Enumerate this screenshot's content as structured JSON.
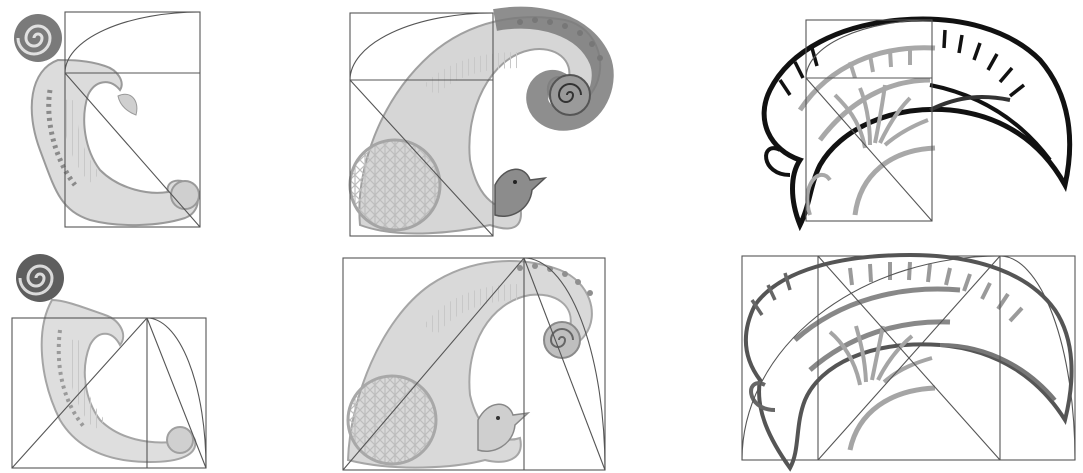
{
  "figure": {
    "panels": [
      {
        "id": "ornament-1-top"
      },
      {
        "id": "ornament-2-top"
      },
      {
        "id": "ornament-3-top"
      },
      {
        "id": "ornament-1-bottom"
      },
      {
        "id": "ornament-2-bottom"
      },
      {
        "id": "ornament-3-bottom"
      }
    ]
  },
  "colors": {
    "background": "#ffffff",
    "construction_line": "#555555",
    "ornament_light": "#d4d4d4",
    "ornament_mid": "#a8a8a8",
    "ornament_dark": "#555555",
    "outline_black": "#111111"
  }
}
